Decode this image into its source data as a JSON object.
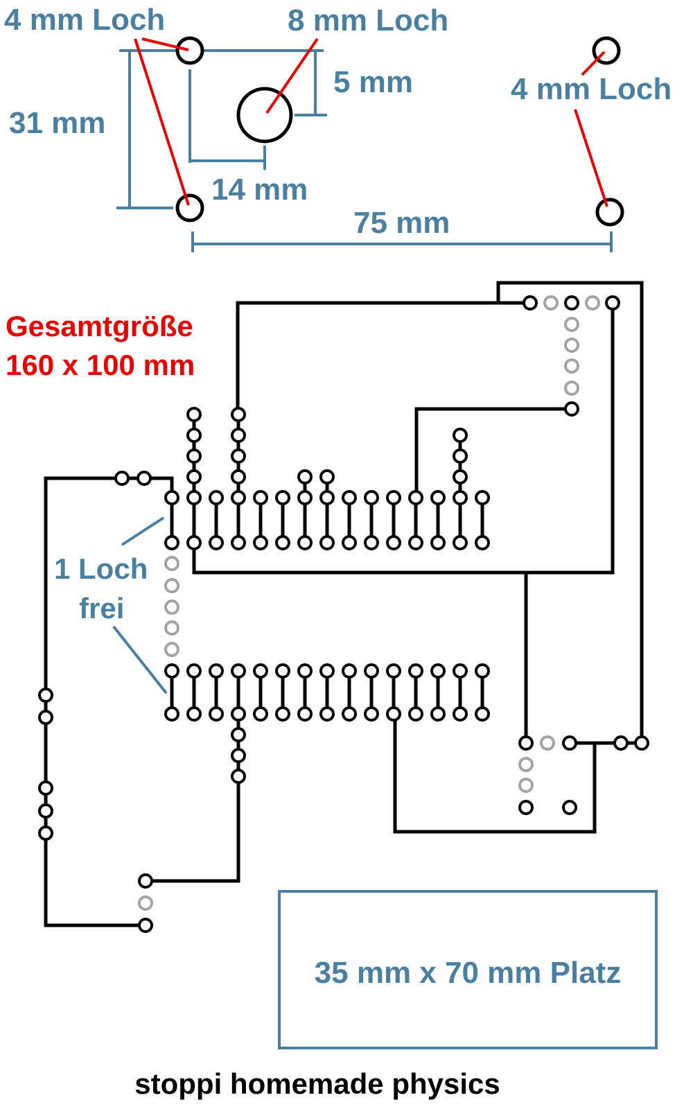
{
  "mounting": {
    "hole4_top_left": "4 mm Loch",
    "hole8": "8 mm Loch",
    "hole4_right": "4 mm Loch",
    "dim_5": "5 mm",
    "dim_31": "31 mm",
    "dim_14": "14 mm",
    "dim_75": "75 mm"
  },
  "board": {
    "size_line1": "Gesamtgröße",
    "size_line2": "160 x 100 mm",
    "free_hole_line1": "1 Loch",
    "free_hole_line2": "frei",
    "space_label": "35 mm x 70 mm Platz"
  },
  "footer": "stoppi homemade physics",
  "colors": {
    "label_blue": "#4a7fa0",
    "pointer_red": "#e60000",
    "trace_black": "#000000",
    "free_pad_gray": "#a3a3a3"
  }
}
